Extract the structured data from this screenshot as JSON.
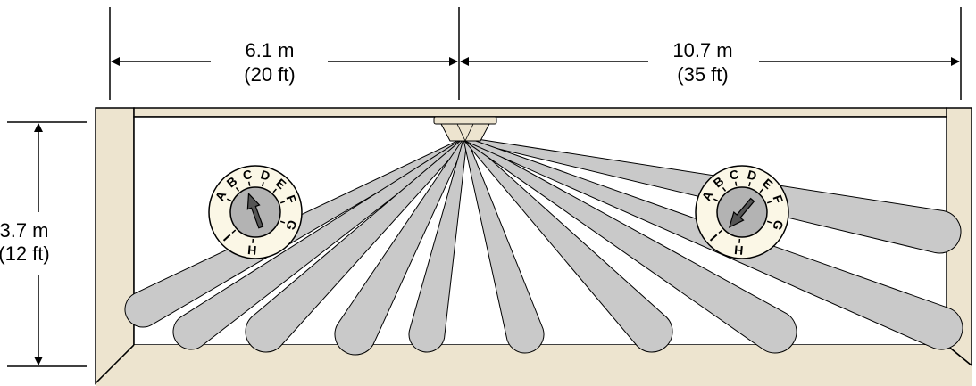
{
  "dimensions": {
    "left_width": {
      "metric": "6.1 m",
      "imperial": "(20 ft)"
    },
    "right_width": {
      "metric": "10.7 m",
      "imperial": "(35 ft)"
    },
    "height": {
      "metric": "3.7 m",
      "imperial": "(12 ft)"
    }
  },
  "dials": [
    {
      "letters": [
        "A",
        "B",
        "C",
        "D",
        "E",
        "F",
        "G",
        "H",
        "I"
      ],
      "arrow_direction": "up-right"
    },
    {
      "letters": [
        "A",
        "B",
        "C",
        "D",
        "E",
        "F",
        "G",
        "H",
        "I"
      ],
      "arrow_direction": "down-left"
    }
  ],
  "colors": {
    "wall": "#ede4cf",
    "beam": "#c9c9c9",
    "dial_face": "#fbf7e6",
    "knob": "#b3b3b3"
  }
}
